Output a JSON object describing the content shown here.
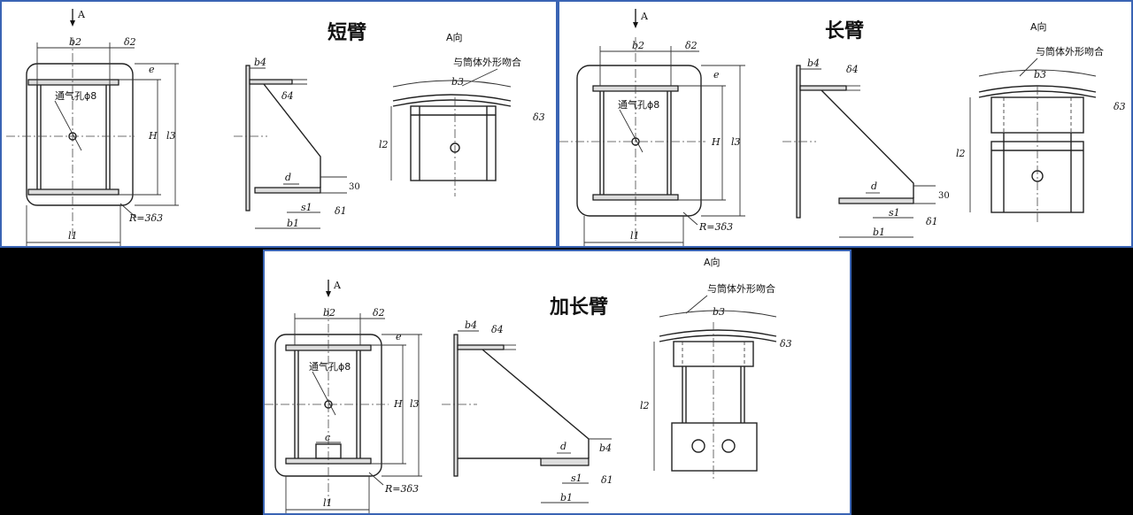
{
  "panels": [
    {
      "title": "短臂"
    },
    {
      "title": "长臂"
    },
    {
      "title": "加长臂"
    }
  ],
  "labels": {
    "arrow_a": "A",
    "view_a": "A向",
    "match_note": "与筒体外形吻合",
    "vent_hole": "通气孔ϕ8",
    "radius": "R=3δ3",
    "b1": "b1",
    "b2": "b2",
    "b3": "b3",
    "b4": "b4",
    "d1": "δ1",
    "d2": "δ2",
    "d3": "δ3",
    "d4": "δ4",
    "H": "H",
    "l1": "l1",
    "l2": "l2",
    "l3": "l3",
    "e": "e",
    "d": "d",
    "s1": "s1",
    "c": "c",
    "dim30": "30"
  }
}
